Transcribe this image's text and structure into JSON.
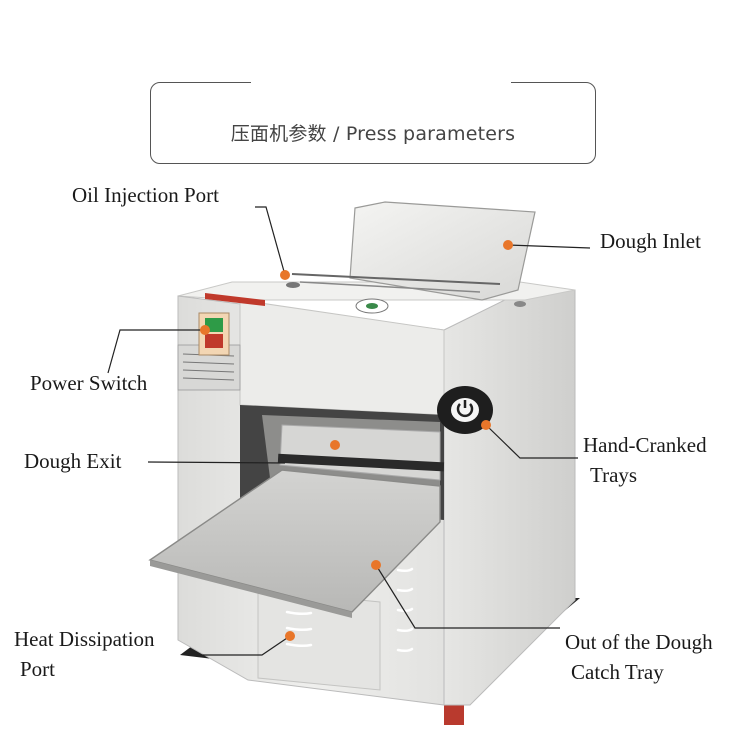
{
  "title": "压面机参数 / Press parameters",
  "labels": {
    "oil_injection_port": "Oil Injection Port",
    "dough_inlet": "Dough Inlet",
    "power_switch": "Power Switch",
    "hand_cranked_line1": "Hand-Cranked",
    "hand_cranked_line2": "Trays",
    "dough_exit": "Dough Exit",
    "heat_dissipation_line1": "Heat Dissipation",
    "heat_dissipation_line2": "Port",
    "catch_tray_line1": "Out of the Dough",
    "catch_tray_line2": "Catch Tray"
  },
  "colors": {
    "marker": "#e8762a",
    "machine_body": "#e9e9e7",
    "feet": "#c0392b"
  }
}
